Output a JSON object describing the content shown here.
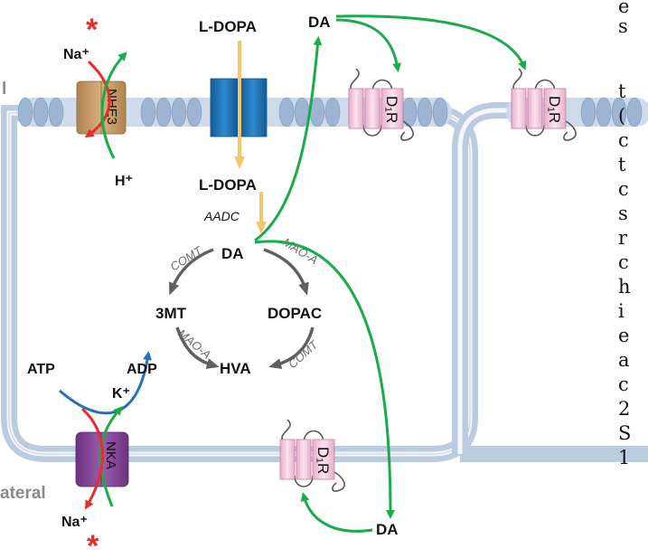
{
  "labels": {
    "ldopa_top": "L-DOPA",
    "ldopa_mid": "L-DOPA",
    "aadc": "AADC",
    "da_center": "DA",
    "comt_left": "COMT",
    "maoa_right": "MAO-A",
    "mt3": "3MT",
    "dopac": "DOPAC",
    "maoa_left": "MAO-A",
    "comt_right": "COMT",
    "hva": "HVA",
    "da_top": "DA",
    "da_bottom": "DA",
    "na_top": "Na⁺",
    "h_ion": "H⁺",
    "nhe3": "NHE3",
    "atp": "ATP",
    "adp": "ADP",
    "k_ion": "K⁺",
    "nka": "NKA",
    "na_bottom": "Na⁺",
    "star_top": "*",
    "star_bottom": "*",
    "side_top": "l",
    "side_bottom": "ateral",
    "receptor": "D₁R"
  },
  "right_column_letters": [
    "e",
    "s",
    "t",
    "(",
    "c",
    "t",
    "c",
    "s",
    "r",
    "c",
    "h",
    "i",
    "e",
    "a",
    "c",
    "2",
    "S",
    "1"
  ],
  "colors": {
    "membrane": "#bccce0",
    "membrane_bead": "#9db4d3",
    "dopamine_arrow": "#1aab4a",
    "sodium_arrow": "#e82b2b",
    "atp_arrow": "#2472b8",
    "ldopa_arrow": "#f5c56d",
    "metabolism_arrow": "#606060",
    "nhe3_fill": "#c69a66",
    "nka_fill": "#8a4a9c",
    "lat1_fill": "#1f6fb0",
    "receptor_fill": "#f2c8dc"
  }
}
